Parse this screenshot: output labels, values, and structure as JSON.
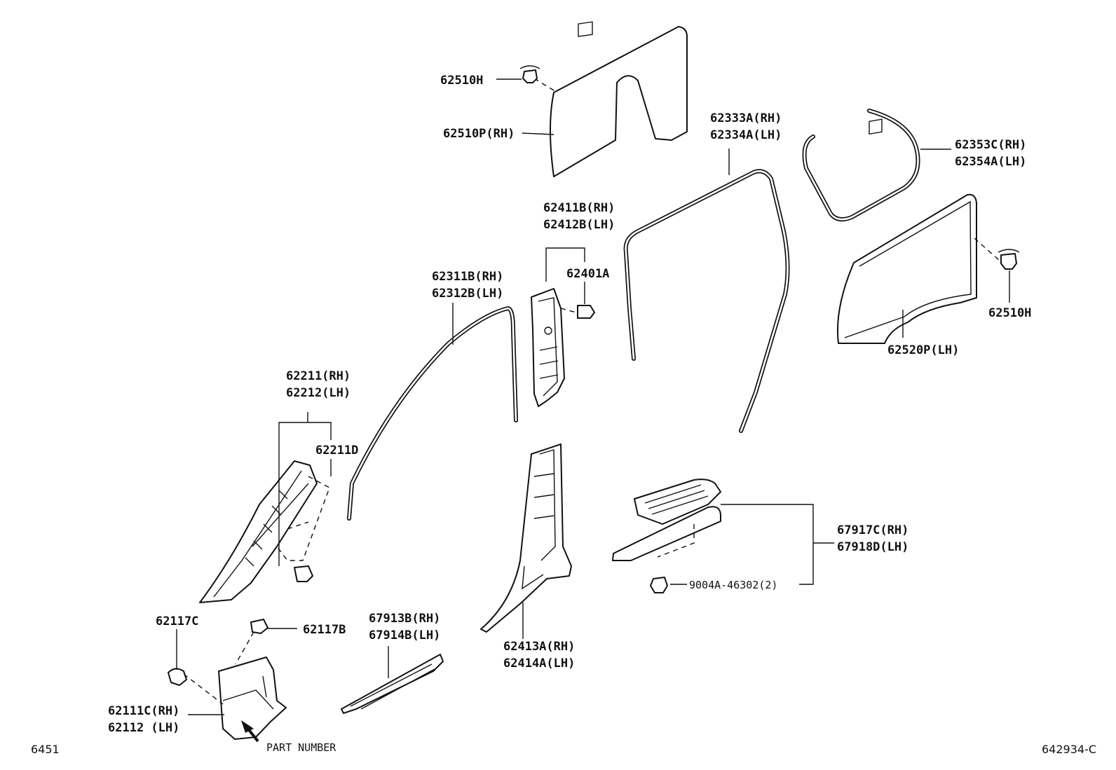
{
  "labels": {
    "l_62510h_top": "62510H",
    "l_62510p": "62510P(RH)",
    "l_62333a": "62333A(RH)",
    "l_62334a": "62334A(LH)",
    "l_62353c": "62353C(RH)",
    "l_62354a": "62354A(LH)",
    "l_62411b": "62411B(RH)",
    "l_62412b": "62412B(LH)",
    "l_62401a": "62401A",
    "l_62311b": "62311B(RH)",
    "l_62312b": "62312B(LH)",
    "l_62510h_right": "62510H",
    "l_62520p": "62520P(LH)",
    "l_62211": "62211(RH)",
    "l_62212": "62212(LH)",
    "l_62211d": "62211D",
    "l_67917c": "67917C(RH)",
    "l_67918d": "67918D(LH)",
    "l_9004a": "9004A-46302(2)",
    "l_62117c": "62117C",
    "l_62117b": "62117B",
    "l_67913b": "67913B(RH)",
    "l_67914b": "67914B(LH)",
    "l_62413a": "62413A(RH)",
    "l_62414a": "62414A(LH)",
    "l_62111c": "62111C(RH)",
    "l_62112": "62112 (LH)",
    "l_part_number": "PART NUMBER"
  },
  "footer": {
    "left_code": "6451",
    "right_code": "642934-C"
  }
}
